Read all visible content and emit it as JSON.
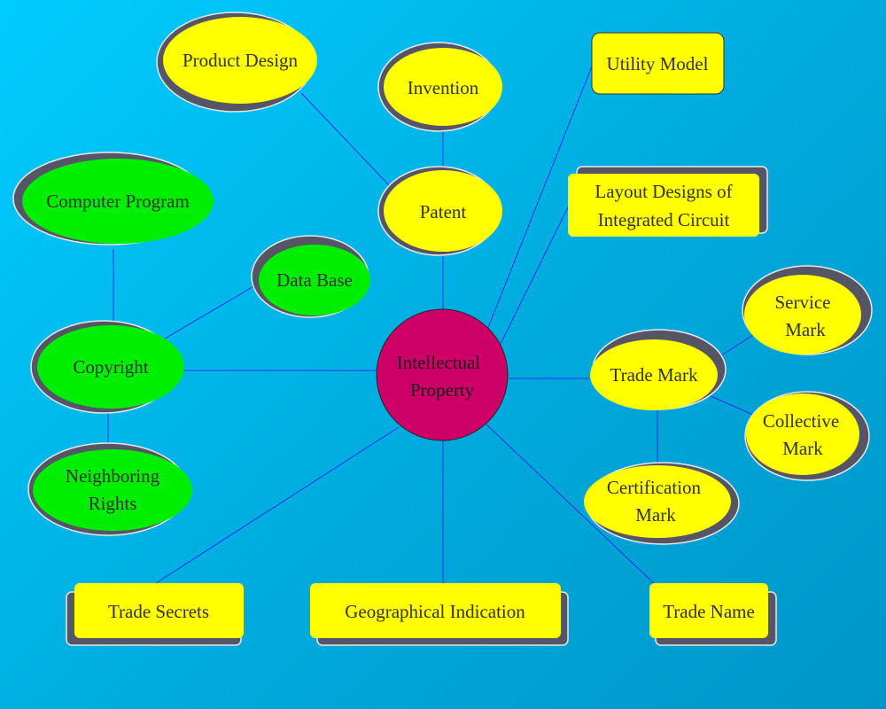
{
  "center": {
    "line1": "Intellectual",
    "line2": "Property",
    "color": "#cc0066"
  },
  "colors": {
    "yellow": "#ffff00",
    "green": "#00ee00",
    "line": "#2b33e8",
    "background": "#00bbee"
  },
  "nodes": {
    "product_design": "Product Design",
    "invention": "Invention",
    "patent": "Patent",
    "utility_model": "Utility Model",
    "layout_designs": {
      "line1": "Layout Designs of",
      "line2": "Integrated Circuit"
    },
    "computer_program": "Computer Program",
    "data_base": "Data Base",
    "copyright": "Copyright",
    "neighboring_rights": {
      "line1": "Neighboring",
      "line2": "Rights"
    },
    "service_mark": {
      "line1": "Service",
      "line2": "Mark"
    },
    "trade_mark": "Trade Mark",
    "collective_mark": {
      "line1": "Collective",
      "line2": "Mark"
    },
    "certification_mark": {
      "line1": "Certification",
      "line2": "Mark"
    },
    "trade_secrets": "Trade Secrets",
    "geographical_indication": "Geographical Indication",
    "trade_name": "Trade Name"
  }
}
